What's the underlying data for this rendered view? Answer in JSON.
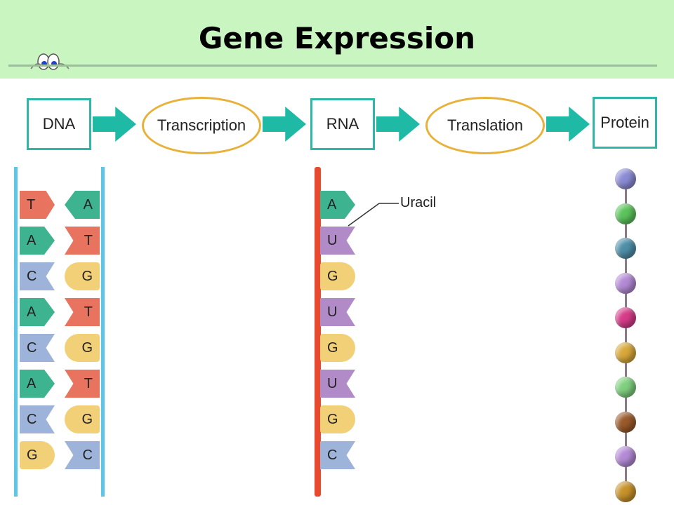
{
  "title": "Gene Expression",
  "flow": {
    "dna_label": "DNA",
    "transcription_label": "Transcription",
    "rna_label": "RNA",
    "translation_label": "Translation",
    "protein_label": "Protein"
  },
  "dna_strand": {
    "left": [
      "T",
      "A",
      "C",
      "A",
      "C",
      "A",
      "C",
      "G"
    ],
    "right": [
      "A",
      "T",
      "G",
      "T",
      "G",
      "T",
      "G",
      "C"
    ]
  },
  "rna_strand": [
    "A",
    "U",
    "G",
    "U",
    "G",
    "U",
    "G",
    "C"
  ],
  "annotation": {
    "uracil": "Uracil"
  },
  "colors": {
    "T": "#e8735f",
    "A": "#3db38f",
    "C": "#9db3d9",
    "G": "#f2d078",
    "U": "#b08bc8",
    "teal": "#1fbaa6",
    "oval": "#e8b13a"
  },
  "protein_beads": [
    "#8c8cd6",
    "#5cc45c",
    "#4e8fa8",
    "#b48ad6",
    "#d63c8a",
    "#d8a83a",
    "#7fd07f",
    "#9a5a2a",
    "#b48ad6",
    "#c8922a"
  ]
}
